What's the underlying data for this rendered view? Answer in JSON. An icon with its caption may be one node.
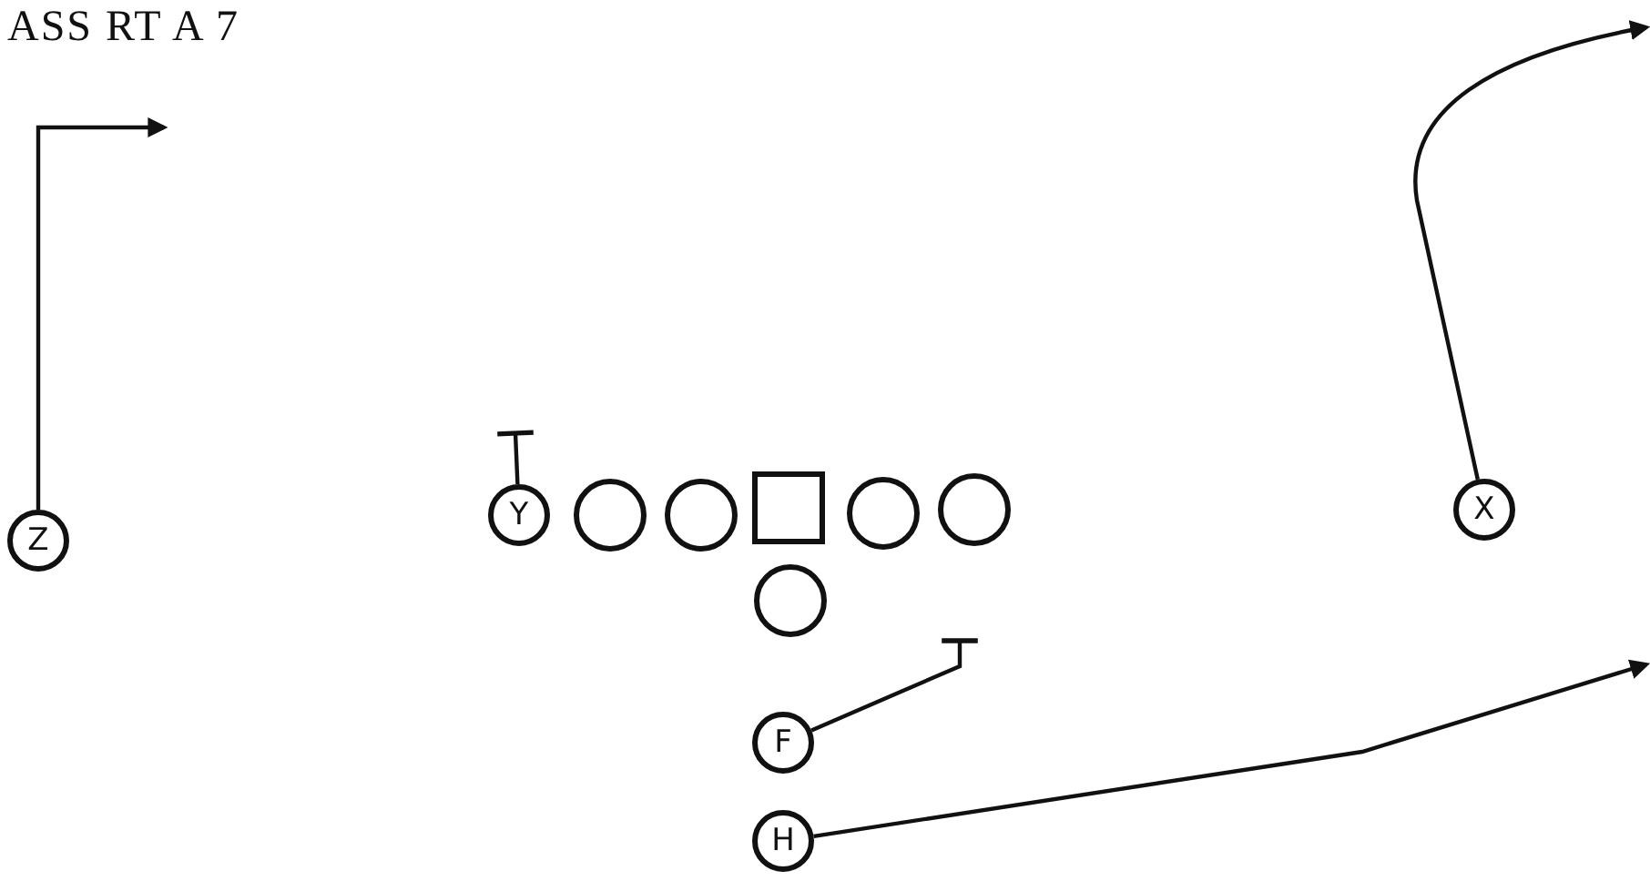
{
  "diagram": {
    "title": "ASS RT A 7",
    "nodes": [
      {
        "text": [
          "Y"
        ]
      },
      {
        "text": [],
        "shape": "circle"
      },
      {
        "text": [],
        "shape": "circle"
      },
      {
        "text": [],
        "shape": "box"
      },
      {
        "text": [],
        "shape": "circle"
      },
      {
        "text": [],
        "shape": "circle"
      },
      {
        "text": [
          "X"
        ]
      },
      {
        "text": [
          "Z"
        ]
      },
      {
        "text": [],
        "shape": "circle"
      },
      {
        "text": [
          "F"
        ]
      },
      {
        "text": [
          "H"
        ]
      }
    ],
    "edges": [
      {
        "from": 7,
        "to": null,
        "arrow": "to"
      },
      {
        "from": 0,
        "to": null,
        "arrow": "other"
      },
      {
        "from": 6,
        "to": null,
        "arrow": "to"
      },
      {
        "from": 9,
        "to": null,
        "arrow": "other"
      },
      {
        "from": 10,
        "to": null,
        "arrow": "to"
      }
    ]
  }
}
